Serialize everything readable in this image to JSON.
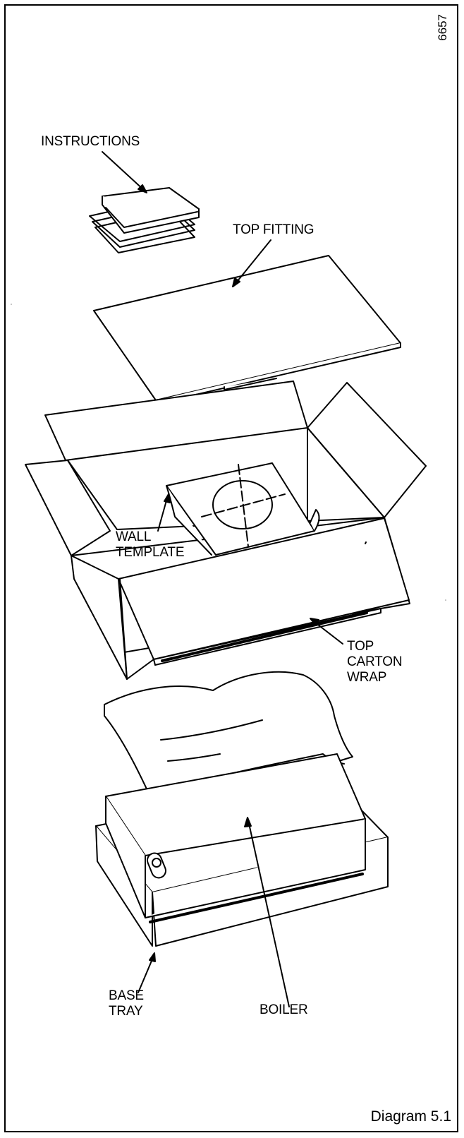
{
  "figure": {
    "reference_number": "6657",
    "caption": "Diagram 5.1"
  },
  "labels": {
    "instructions": "INSTRUCTIONS",
    "top_fitting": "TOP FITTING",
    "wall_template": "WALL\nTEMPLATE",
    "top_carton_wrap": "TOP\nCARTON\nWRAP",
    "boiler": "BOILER",
    "base_tray": "BASE\nTRAY"
  }
}
